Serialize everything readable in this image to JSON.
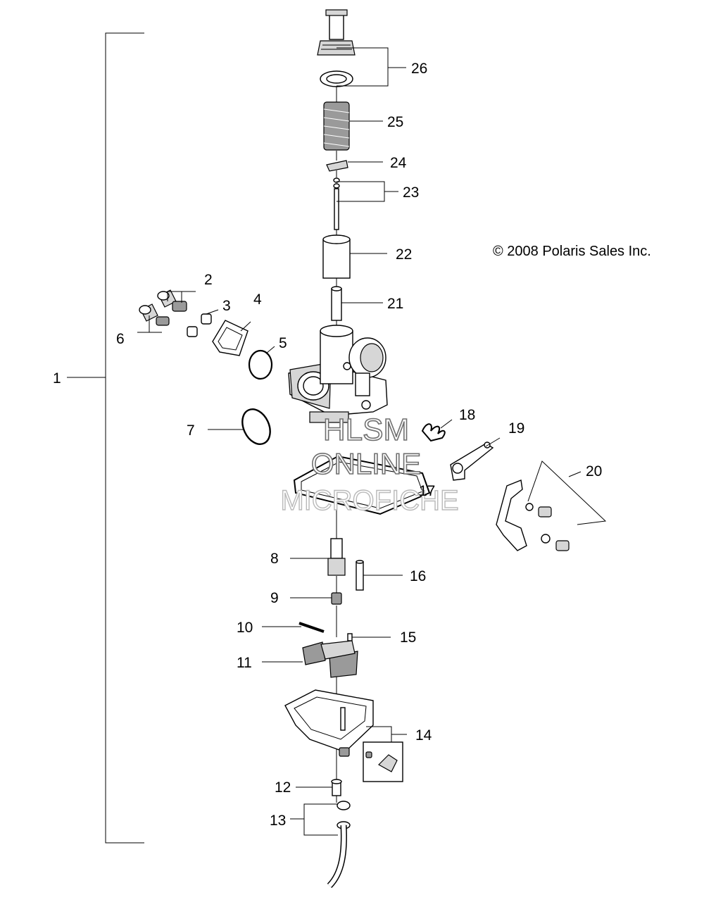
{
  "copyright": "© 2008 Polaris Sales Inc.",
  "watermark": {
    "line1": "HLSM",
    "line2": "ONLINE",
    "line3": "MICROFICHE"
  },
  "callouts": [
    {
      "id": "1",
      "text": "1"
    },
    {
      "id": "2",
      "text": "2"
    },
    {
      "id": "3",
      "text": "3"
    },
    {
      "id": "4",
      "text": "4"
    },
    {
      "id": "5",
      "text": "5"
    },
    {
      "id": "6",
      "text": "6"
    },
    {
      "id": "7",
      "text": "7"
    },
    {
      "id": "8",
      "text": "8"
    },
    {
      "id": "9",
      "text": "9"
    },
    {
      "id": "10",
      "text": "10"
    },
    {
      "id": "11",
      "text": "11"
    },
    {
      "id": "12",
      "text": "12"
    },
    {
      "id": "13",
      "text": "13"
    },
    {
      "id": "14",
      "text": "14"
    },
    {
      "id": "15",
      "text": "15"
    },
    {
      "id": "16",
      "text": "16"
    },
    {
      "id": "17",
      "text": "17"
    },
    {
      "id": "18",
      "text": "18"
    },
    {
      "id": "19",
      "text": "19"
    },
    {
      "id": "20",
      "text": "20"
    },
    {
      "id": "21",
      "text": "21"
    },
    {
      "id": "22",
      "text": "22"
    },
    {
      "id": "23",
      "text": "23"
    },
    {
      "id": "24",
      "text": "24"
    },
    {
      "id": "25",
      "text": "25"
    },
    {
      "id": "26",
      "text": "26"
    }
  ]
}
